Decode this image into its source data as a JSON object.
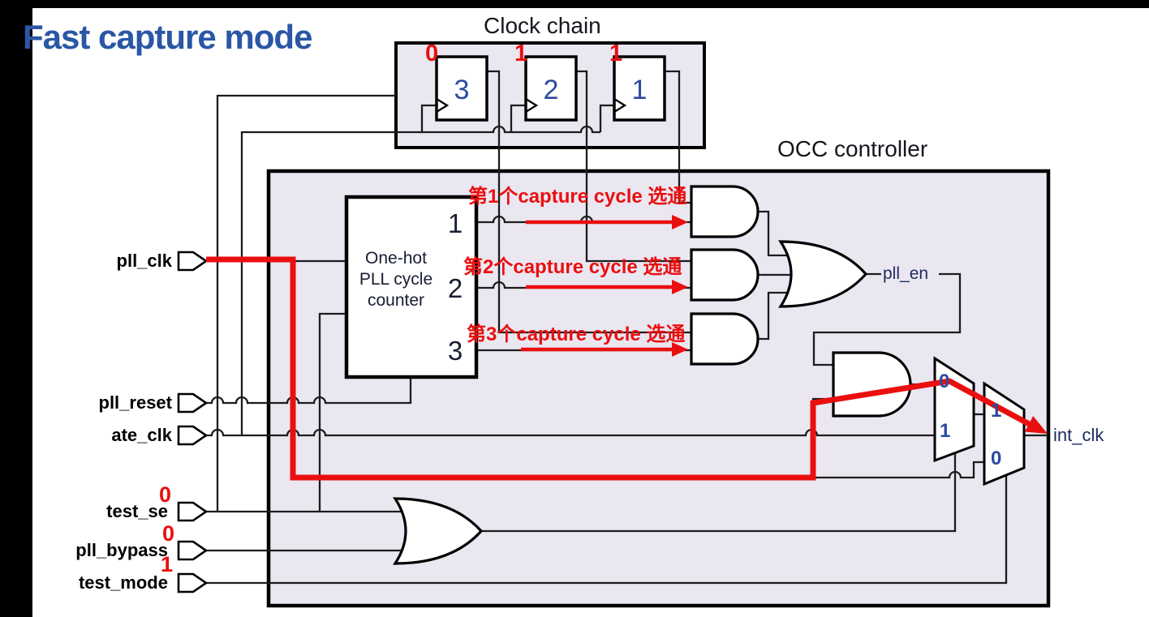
{
  "frame": {
    "title": "Fast capture mode"
  },
  "clock_chain": {
    "label": "Clock chain",
    "flip_flops": [
      {
        "digit": "3",
        "shift_bit": "0"
      },
      {
        "digit": "2",
        "shift_bit": "1"
      },
      {
        "digit": "1",
        "shift_bit": "1"
      }
    ]
  },
  "occ": {
    "label": "OCC controller",
    "counter": {
      "line1": "One-hot",
      "line2": "PLL cycle",
      "line3": "counter",
      "out1": "1",
      "out2": "2",
      "out3": "3"
    },
    "nets": {
      "pll_en": "pll_en",
      "int_clk": "int_clk"
    },
    "mux1": {
      "in0": "0",
      "in1": "1"
    },
    "mux2": {
      "in1": "1",
      "in0": "0"
    }
  },
  "ports": [
    {
      "name": "pll_clk"
    },
    {
      "name": "pll_reset"
    },
    {
      "name": "ate_clk"
    },
    {
      "name": "test_se",
      "value": "0"
    },
    {
      "name": "pll_bypass",
      "value": "0"
    },
    {
      "name": "test_mode",
      "value": "1"
    }
  ],
  "annotations": {
    "capture1": "第1个capture cycle 选通",
    "capture2": "第2个capture cycle 选通",
    "capture3": "第3个capture cycle 选通"
  },
  "colors": {
    "accent_red": "#ea0f0f",
    "title_blue": "#2a57a5",
    "box_fill": "#eae7f1",
    "digit_blue": "#2b4aa0",
    "wire_black": "#1c1c1c"
  }
}
